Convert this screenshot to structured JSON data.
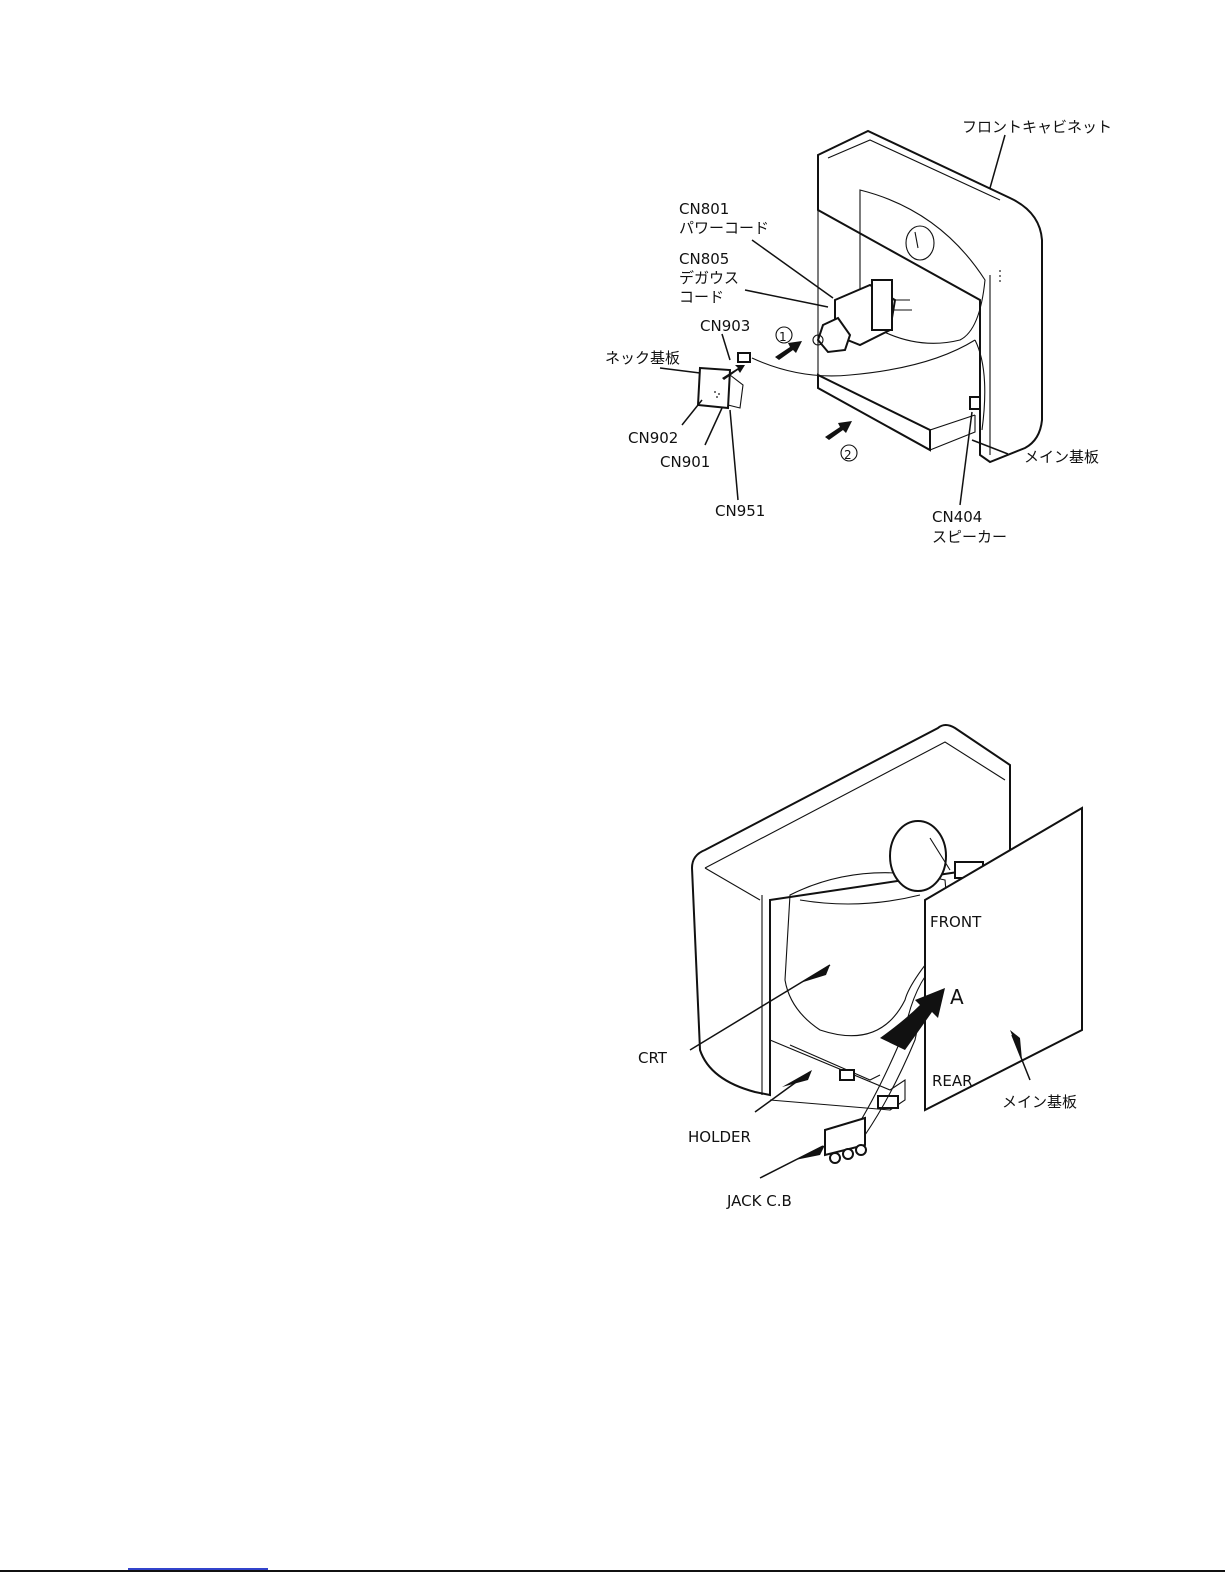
{
  "figure1": {
    "labels": {
      "front_cabinet": "フロントキャビネット",
      "cn801": "CN801",
      "power_cord": "パワーコード",
      "cn805": "CN805",
      "degauss_line1": "デガウス",
      "degauss_line2": "コード",
      "cn903": "CN903",
      "neck_board": "ネック基板",
      "cn902": "CN902",
      "cn901": "CN901",
      "cn951": "CN951",
      "step1": "1",
      "step2": "2",
      "main_board": "メイン基板",
      "cn404": "CN404",
      "speaker": "スピーカー"
    }
  },
  "figure2": {
    "labels": {
      "front": "FRONT",
      "arrow_a": "A",
      "crt": "CRT",
      "rear": "REAR",
      "main_board": "メイン基板",
      "holder": "HOLDER",
      "jack_cb": "JACK C.B"
    }
  }
}
